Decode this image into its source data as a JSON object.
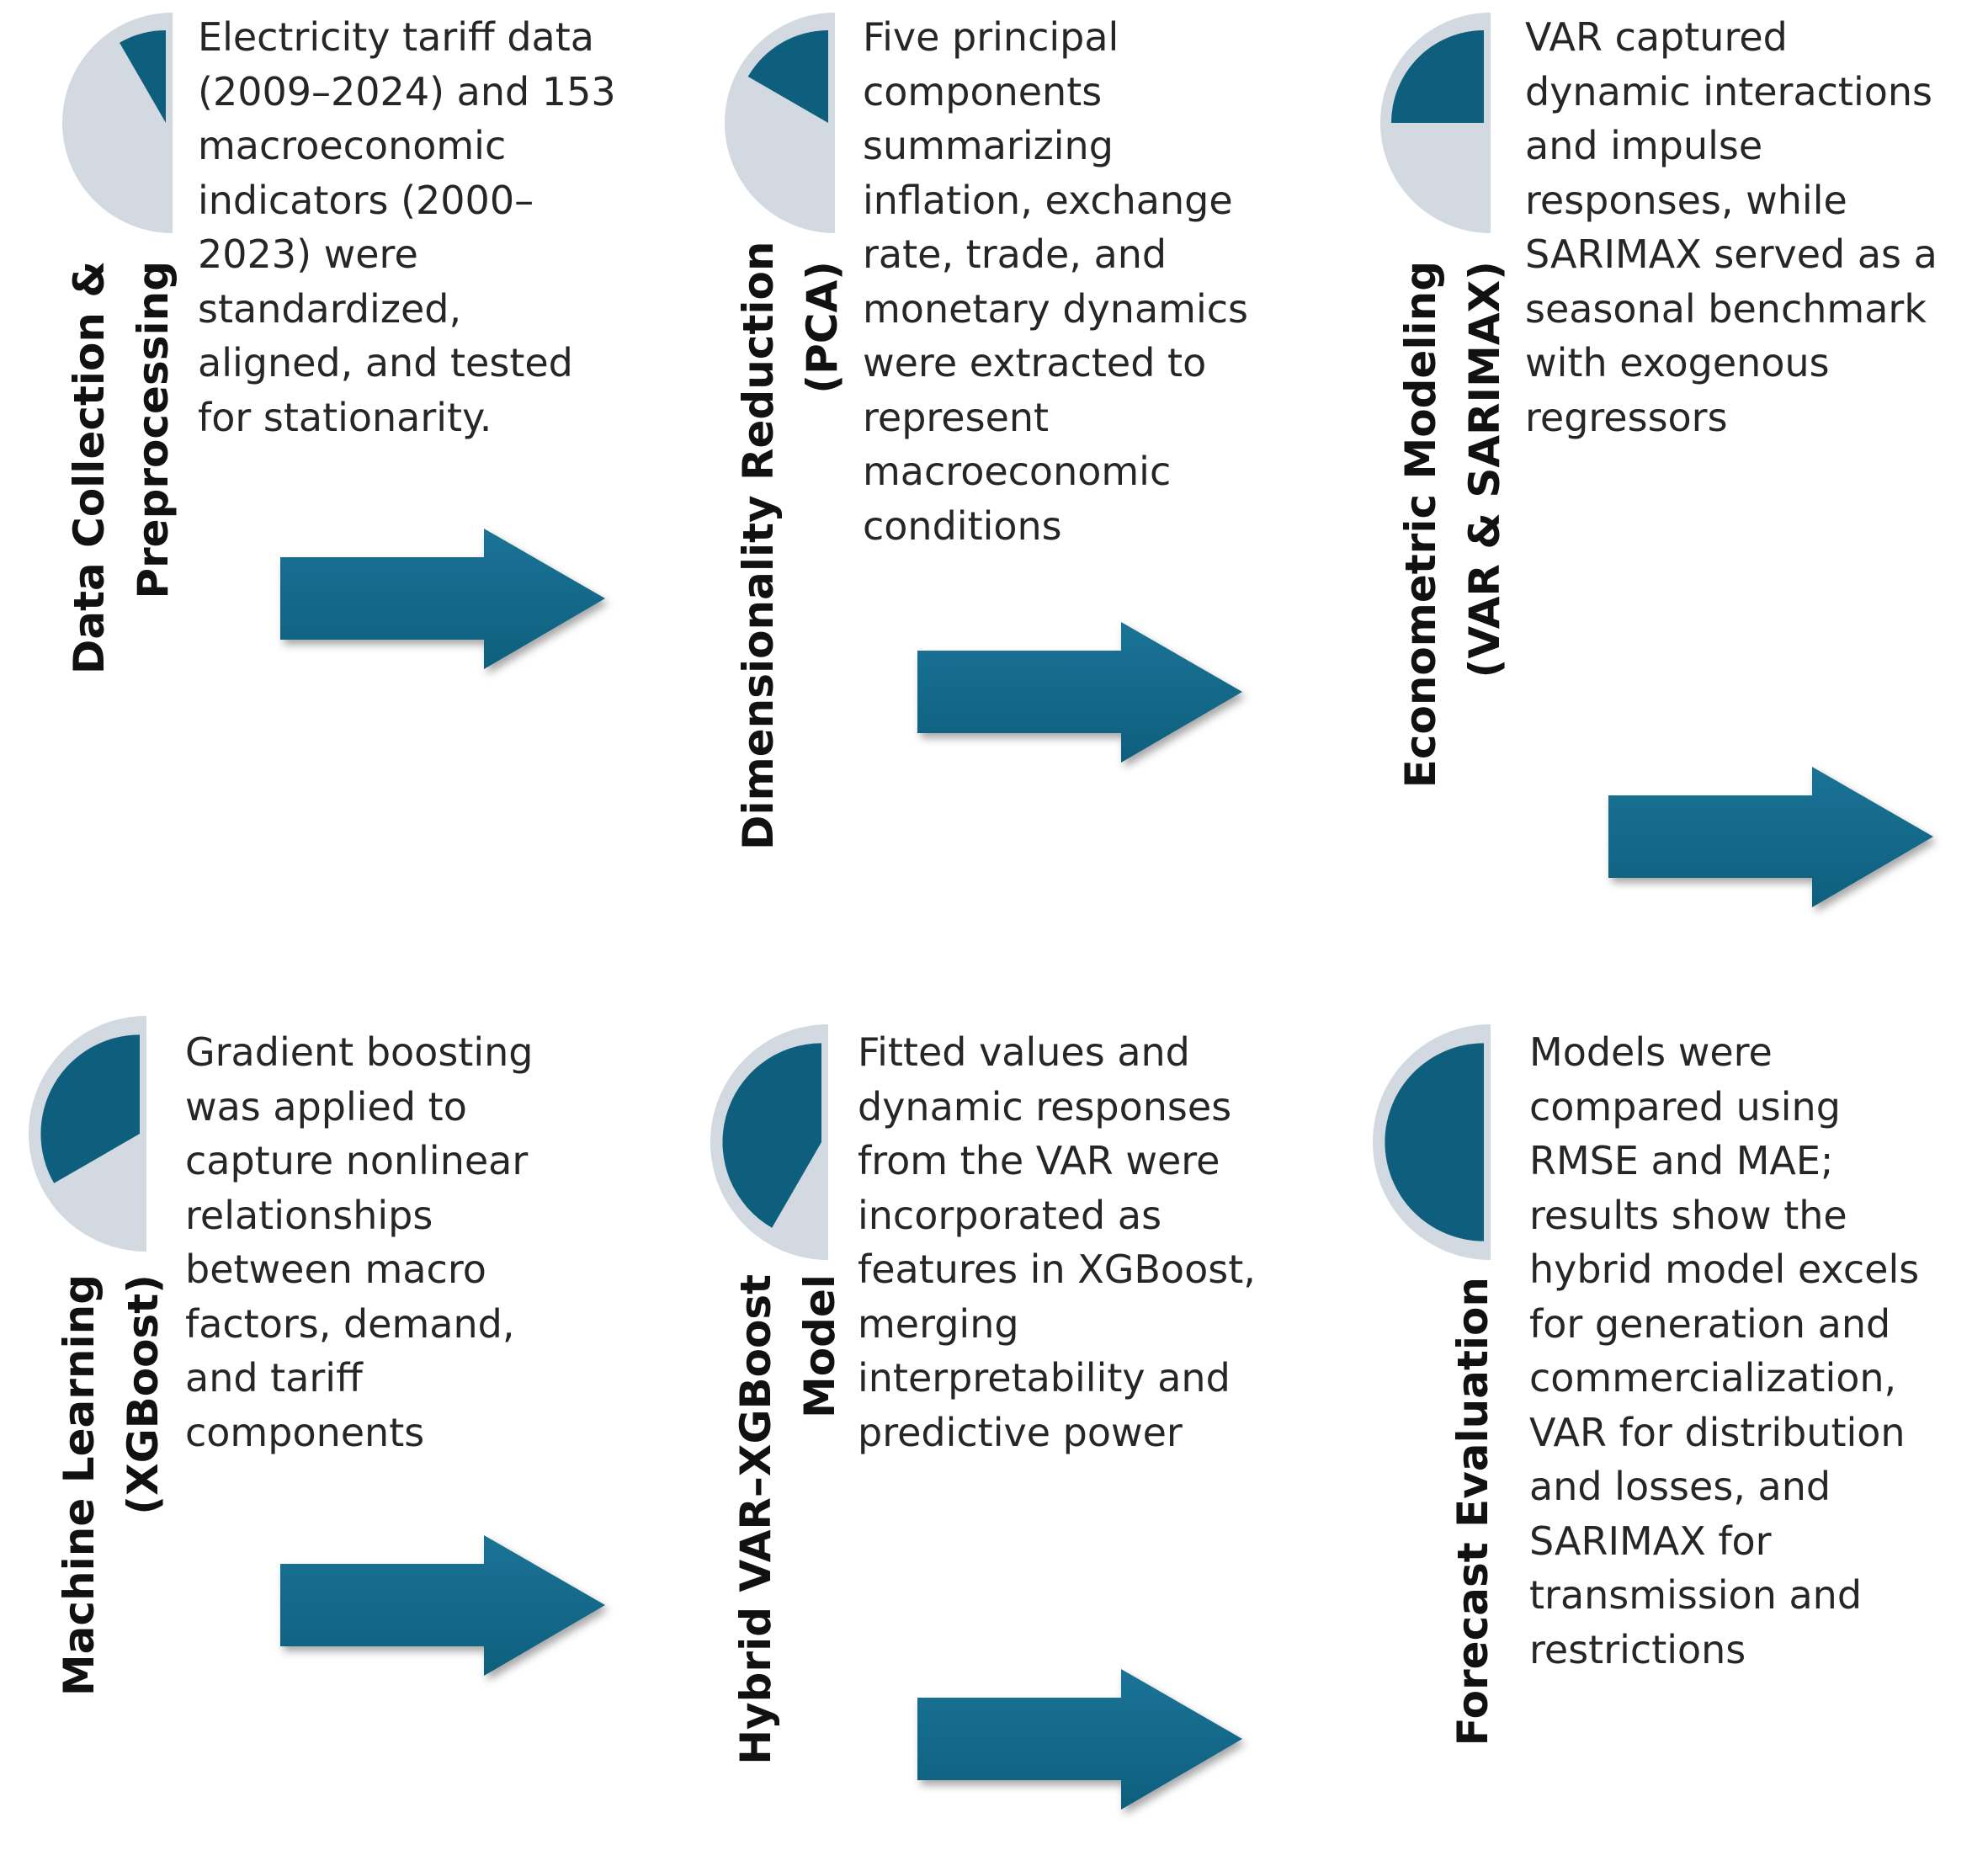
{
  "colors": {
    "accent": "#0e5f7e",
    "accent_light": "#1a7396",
    "track": "#d2d9e0",
    "text": "#262626"
  },
  "steps": [
    {
      "title_lines": [
        "Data Collection &",
        "Preprocessing"
      ],
      "wedge_degrees": 30,
      "text_lines": [
        "Electricity tariff data",
        "(2009–2024) and 153",
        "macroeconomic",
        "indicators (2000–",
        "2023) were",
        "standardized,",
        "aligned, and tested",
        "for stationarity."
      ],
      "arrow_icon": "arrow-right"
    },
    {
      "title_lines": [
        "Dimensionality Reduction",
        "(PCA)"
      ],
      "wedge_degrees": 60,
      "text_lines": [
        "Five principal",
        "components",
        "summarizing",
        "inflation, exchange",
        "rate, trade, and",
        "monetary dynamics",
        "were extracted to",
        "represent",
        "macroeconomic",
        "conditions"
      ],
      "arrow_icon": "arrow-right"
    },
    {
      "title_lines": [
        "Econometric Modeling",
        "(VAR & SARIMAX)"
      ],
      "wedge_degrees": 90,
      "text_lines": [
        "VAR captured",
        "dynamic interactions",
        "and impulse",
        "responses, while",
        "SARIMAX served as a",
        "seasonal benchmark",
        "with exogenous",
        "regressors"
      ],
      "arrow_icon": "arrow-right"
    },
    {
      "title_lines": [
        "Machine Learning",
        "(XGBoost)"
      ],
      "wedge_degrees": 120,
      "text_lines": [
        "Gradient boosting",
        "was applied to",
        "capture nonlinear",
        "relationships",
        "between macro",
        "factors, demand,",
        "and tariff",
        "components"
      ],
      "arrow_icon": "arrow-right"
    },
    {
      "title_lines": [
        "Hybrid VAR–XGBoost",
        "Model"
      ],
      "wedge_degrees": 150,
      "text_lines": [
        "Fitted values and",
        "dynamic responses",
        "from the VAR were",
        "incorporated as",
        "features in XGBoost,",
        "merging",
        "interpretability and",
        "predictive power"
      ],
      "arrow_icon": "arrow-right"
    },
    {
      "title_lines": [
        "Forecast Evaluation"
      ],
      "wedge_degrees": 180,
      "text_lines": [
        "Models were",
        "compared using",
        "RMSE and MAE;",
        "results show the",
        "hybrid model excels",
        "for generation and",
        "commercialization,",
        "VAR for distribution",
        "and losses, and",
        "SARIMAX for",
        "transmission and",
        "restrictions"
      ]
    }
  ]
}
